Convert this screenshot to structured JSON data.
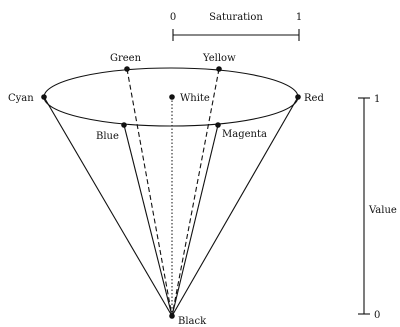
{
  "saturation_scale": {
    "min_label": "0",
    "max_label": "1",
    "title": "Saturation"
  },
  "value_scale": {
    "max_label": "1",
    "min_label": "0",
    "title": "Value"
  },
  "hues": {
    "green": "Green",
    "yellow": "Yellow",
    "cyan": "Cyan",
    "red": "Red",
    "blue": "Blue",
    "magenta": "Magenta"
  },
  "center_top": "White",
  "apex": "Black"
}
